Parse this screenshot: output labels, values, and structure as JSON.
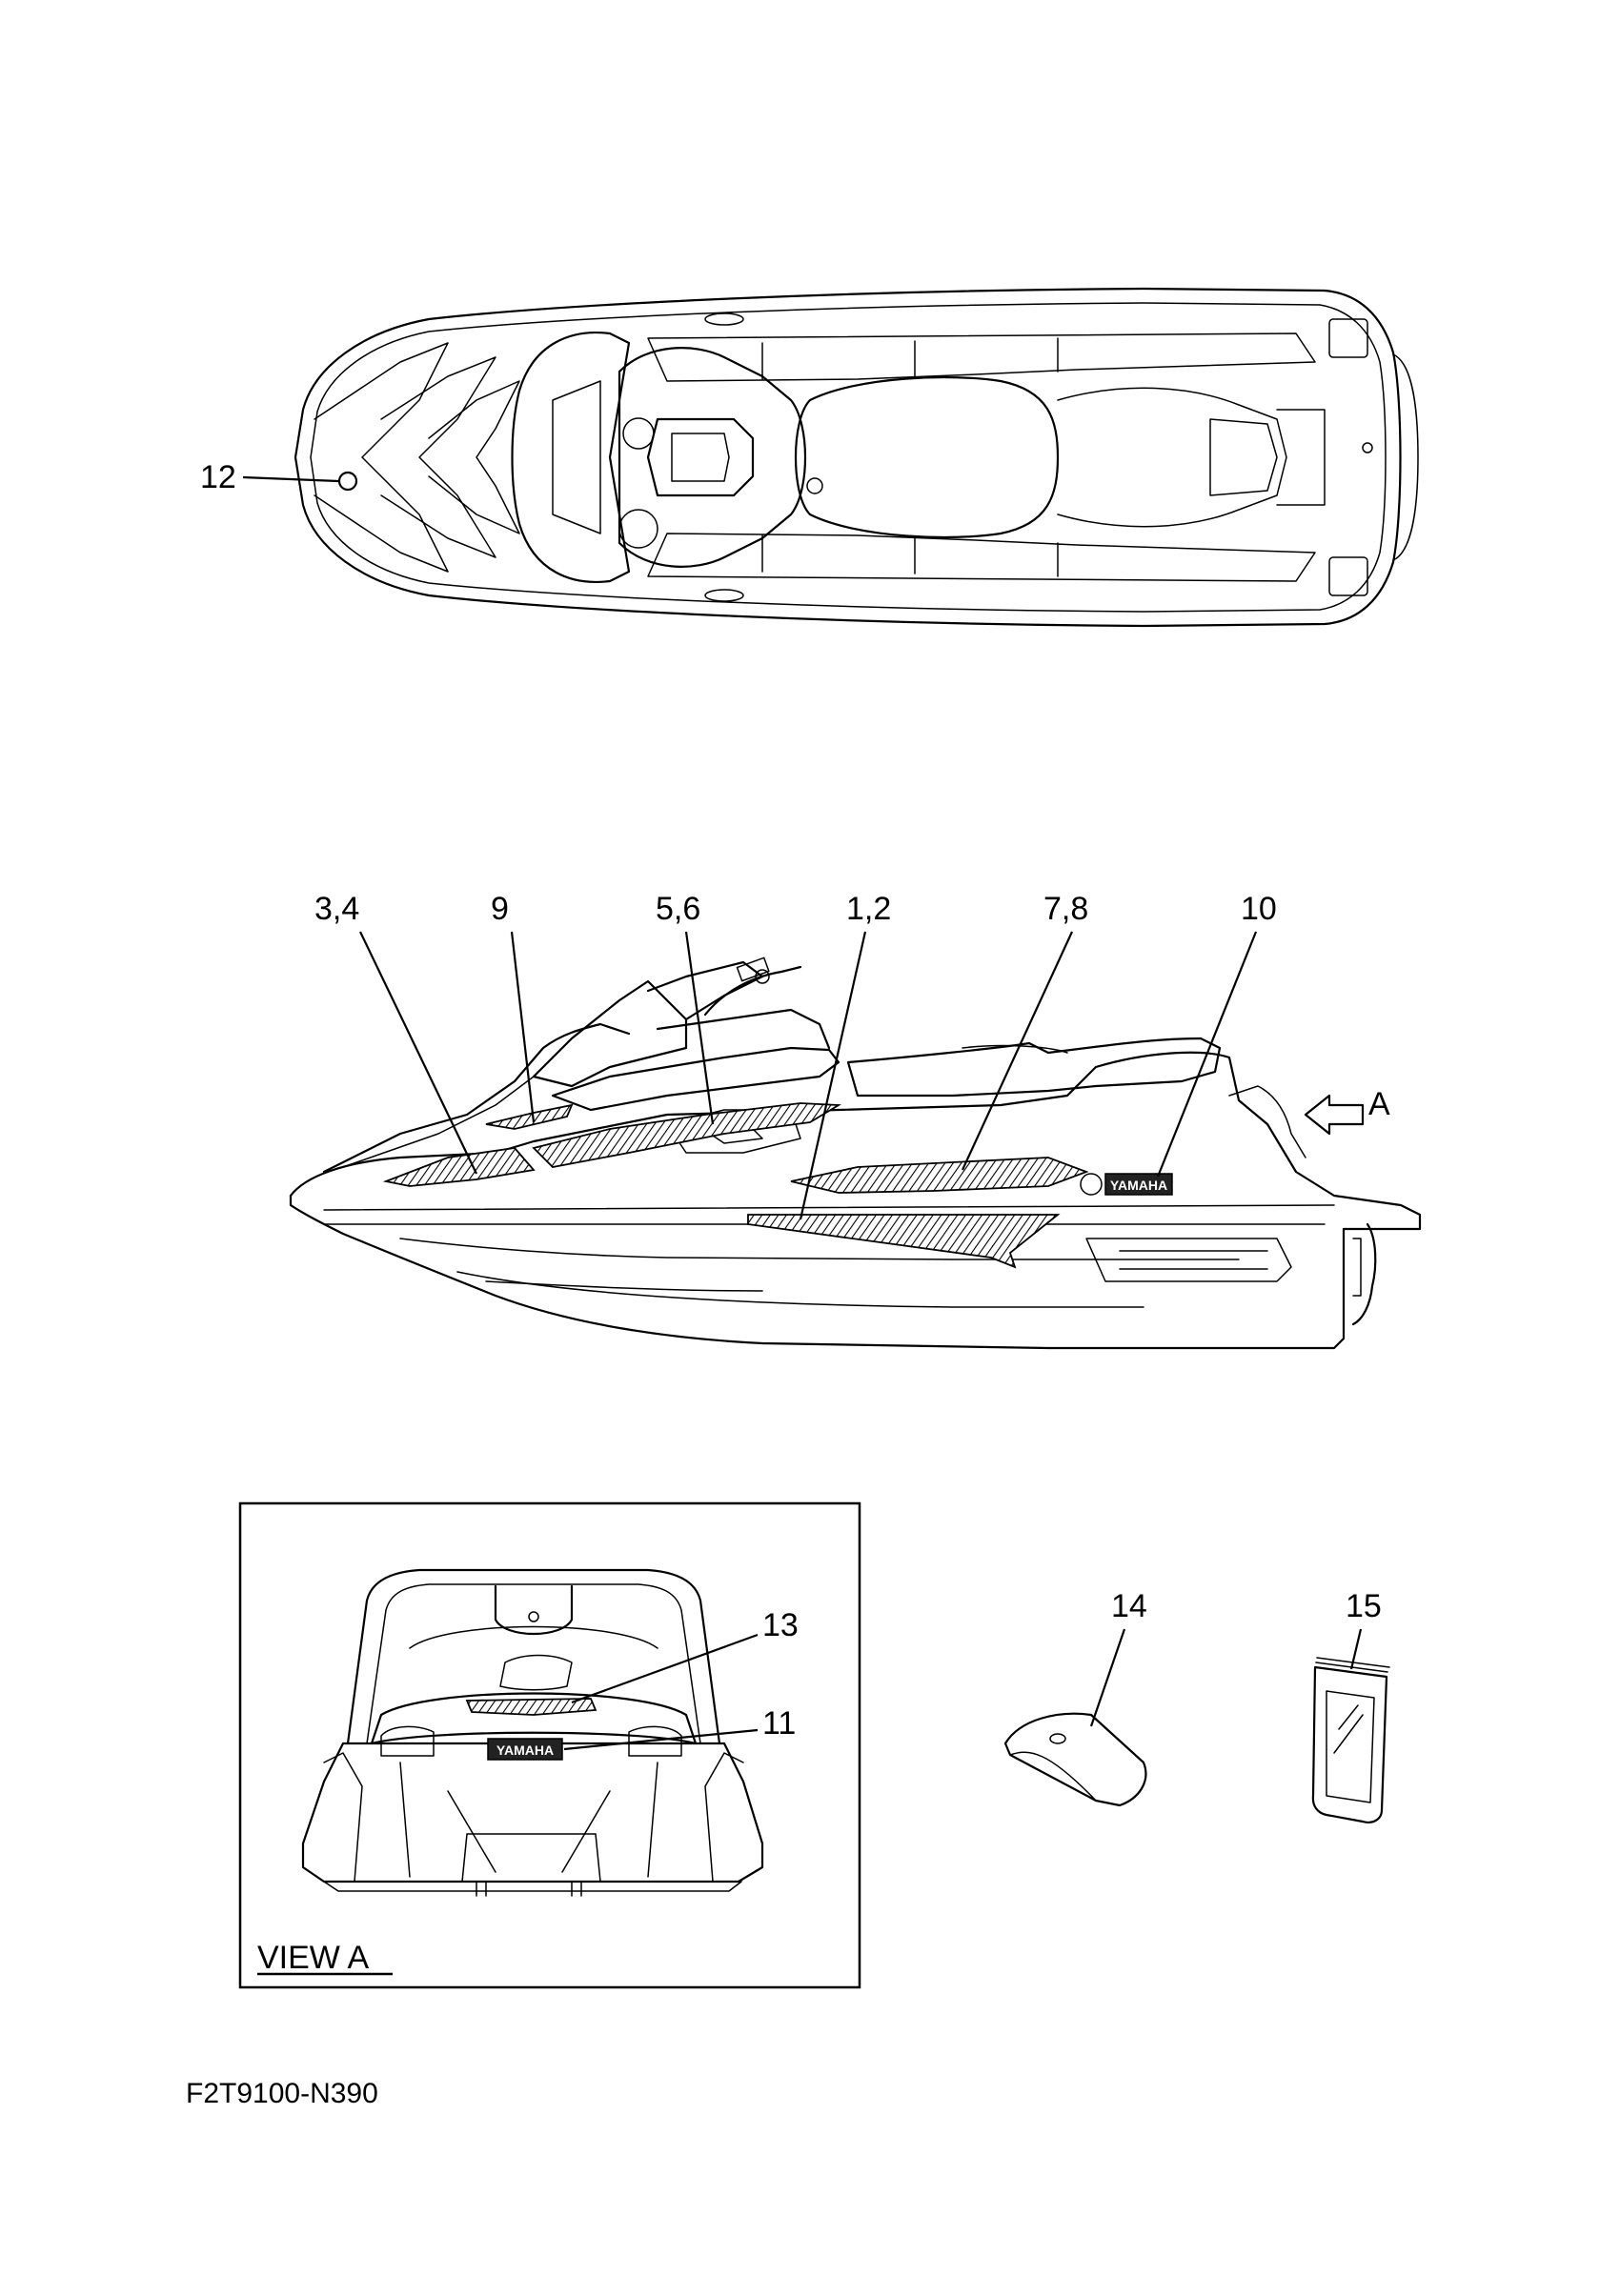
{
  "callouts": {
    "c12": "12",
    "c34": "3,4",
    "c9": "9",
    "c56": "5,6",
    "c12b": "1,2",
    "c78": "7,8",
    "c10": "10",
    "cA": "A",
    "c13": "13",
    "c11": "11",
    "c14": "14",
    "c15": "15"
  },
  "view_label": "VIEW A",
  "brand_text": "YAMAHA",
  "drawing_code": "F2T9100-N390"
}
